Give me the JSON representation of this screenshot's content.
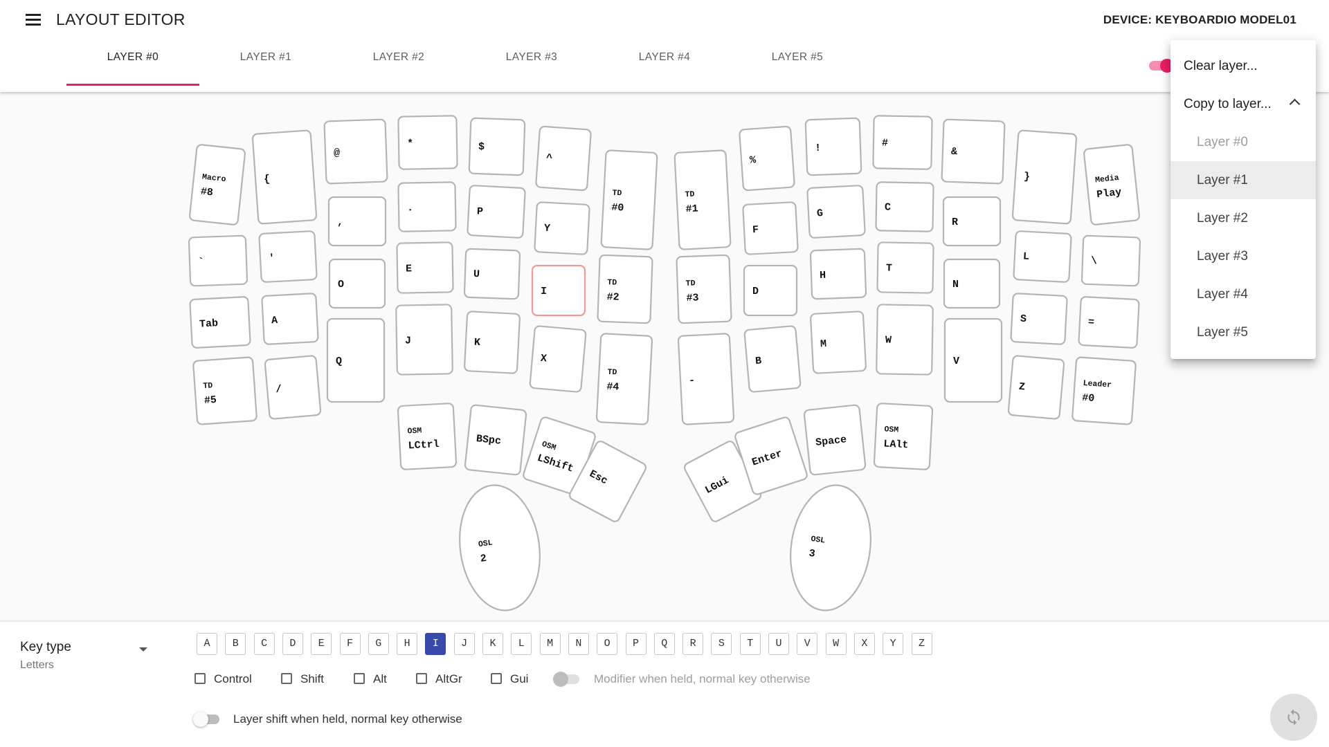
{
  "appbar": {
    "title": "LAYOUT EDITOR",
    "device": "DEVICE: KEYBOARDIO MODEL01"
  },
  "tabs": [
    {
      "label": "LAYER #0",
      "active": true
    },
    {
      "label": "LAYER #1",
      "active": false
    },
    {
      "label": "LAYER #2",
      "active": false
    },
    {
      "label": "LAYER #3",
      "active": false
    },
    {
      "label": "LAYER #4",
      "active": false
    },
    {
      "label": "LAYER #5",
      "active": false
    }
  ],
  "dark_mode_toggle": {
    "on": true
  },
  "layer_menu": {
    "clear_label": "Clear layer...",
    "copy_label": "Copy to layer...",
    "items": [
      "Layer #0",
      "Layer #1",
      "Layer #2",
      "Layer #3",
      "Layer #4",
      "Layer #5"
    ],
    "disabled_item": "Layer #0",
    "highlighted_item": "Layer #1"
  },
  "keyboard": {
    "selected_key": "I",
    "keys": [
      {
        "id": "left-r1c1",
        "top": "Macro",
        "main": "#8"
      },
      {
        "id": "left-r1c2",
        "main": "{"
      },
      {
        "id": "left-r1c3",
        "main": "@"
      },
      {
        "id": "left-r1c4",
        "main": "*"
      },
      {
        "id": "left-r1c5",
        "main": "$"
      },
      {
        "id": "left-r1c6",
        "main": "^"
      },
      {
        "id": "left-r1c7",
        "top": "TD",
        "main": "#0"
      },
      {
        "id": "left-r2c1",
        "main": "`"
      },
      {
        "id": "left-r2c2",
        "main": "'"
      },
      {
        "id": "left-r2c3",
        "main": ","
      },
      {
        "id": "left-r2c4",
        "main": "."
      },
      {
        "id": "left-r2c5",
        "main": "P"
      },
      {
        "id": "left-r2c6",
        "main": "Y"
      },
      {
        "id": "left-r3c1",
        "main": "Tab"
      },
      {
        "id": "left-r3c2",
        "main": "A"
      },
      {
        "id": "left-r3c3",
        "main": "O"
      },
      {
        "id": "left-r3c4",
        "main": "E"
      },
      {
        "id": "left-r3c5",
        "main": "U"
      },
      {
        "id": "left-r3c6",
        "main": "I"
      },
      {
        "id": "left-r3c7",
        "top": "TD",
        "main": "#2"
      },
      {
        "id": "left-r4c1",
        "top": "TD",
        "main": "#5"
      },
      {
        "id": "left-r4c2",
        "main": "/"
      },
      {
        "id": "left-r4c3",
        "main": "Q"
      },
      {
        "id": "left-r4c4",
        "main": "J"
      },
      {
        "id": "left-r4c5",
        "main": "K"
      },
      {
        "id": "left-r4c6",
        "main": "X"
      },
      {
        "id": "left-r4c7",
        "top": "TD",
        "main": "#4"
      },
      {
        "id": "left-th1",
        "top": "OSM",
        "main": "LCtrl"
      },
      {
        "id": "left-th2",
        "main": "BSpc"
      },
      {
        "id": "left-th3",
        "top": "OSM",
        "main": "LShift"
      },
      {
        "id": "left-th4",
        "main": "Esc"
      },
      {
        "id": "left-palm",
        "top": "OSL",
        "main": "2"
      },
      {
        "id": "right-r1c1",
        "top": "TD",
        "main": "#1"
      },
      {
        "id": "right-r1c2",
        "main": "%"
      },
      {
        "id": "right-r1c3",
        "main": "!"
      },
      {
        "id": "right-r1c4",
        "main": "#"
      },
      {
        "id": "right-r1c5",
        "main": "&"
      },
      {
        "id": "right-r1c6",
        "main": "}"
      },
      {
        "id": "right-r1c7",
        "top": "Media",
        "main": "Play"
      },
      {
        "id": "right-r2c2",
        "main": "F"
      },
      {
        "id": "right-r2c3",
        "main": "G"
      },
      {
        "id": "right-r2c4",
        "main": "C"
      },
      {
        "id": "right-r2c5",
        "main": "R"
      },
      {
        "id": "right-r2c6",
        "main": "L"
      },
      {
        "id": "right-r2c7",
        "main": "\\"
      },
      {
        "id": "right-r3c1",
        "top": "TD",
        "main": "#3"
      },
      {
        "id": "right-r3c2",
        "main": "D"
      },
      {
        "id": "right-r3c3",
        "main": "H"
      },
      {
        "id": "right-r3c4",
        "main": "T"
      },
      {
        "id": "right-r3c5",
        "main": "N"
      },
      {
        "id": "right-r3c6",
        "main": "S"
      },
      {
        "id": "right-r3c7",
        "main": "="
      },
      {
        "id": "right-r4c1",
        "main": "-"
      },
      {
        "id": "right-r4c2",
        "main": "B"
      },
      {
        "id": "right-r4c3",
        "main": "M"
      },
      {
        "id": "right-r4c4",
        "main": "W"
      },
      {
        "id": "right-r4c5",
        "main": "V"
      },
      {
        "id": "right-r4c6",
        "main": "Z"
      },
      {
        "id": "right-r4c7",
        "top": "Leader",
        "main": "#0"
      },
      {
        "id": "right-th1",
        "main": "LGui"
      },
      {
        "id": "right-th2",
        "main": "Enter"
      },
      {
        "id": "right-th3",
        "main": "Space"
      },
      {
        "id": "right-th4",
        "top": "OSM",
        "main": "LAlt"
      },
      {
        "id": "right-palm",
        "top": "OSL",
        "main": "3"
      }
    ]
  },
  "editor": {
    "key_type_label": "Key type",
    "key_type_value": "Letters",
    "letters": [
      "A",
      "B",
      "C",
      "D",
      "E",
      "F",
      "G",
      "H",
      "I",
      "J",
      "K",
      "L",
      "M",
      "N",
      "O",
      "P",
      "Q",
      "R",
      "S",
      "T",
      "U",
      "V",
      "W",
      "X",
      "Y",
      "Z"
    ],
    "selected_letter": "I",
    "modifiers": [
      {
        "label": "Control",
        "checked": false
      },
      {
        "label": "Shift",
        "checked": false
      },
      {
        "label": "Alt",
        "checked": false
      },
      {
        "label": "AltGr",
        "checked": false
      },
      {
        "label": "Gui",
        "checked": false
      }
    ],
    "dual_use_label": "Modifier when held, normal key otherwise",
    "dual_use_enabled": false,
    "layer_shift_label": "Layer shift when held, normal key otherwise",
    "layer_shift_on": false,
    "sync_icon": "sync-icon"
  }
}
